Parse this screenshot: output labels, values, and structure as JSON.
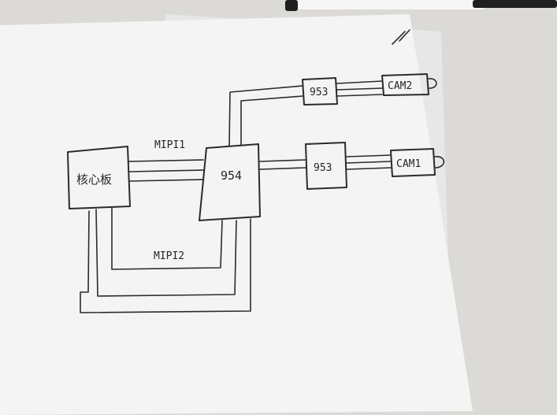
{
  "diagram": {
    "blocks": {
      "core_board": "核心板",
      "deserializer": "954",
      "serializer_top": "953",
      "serializer_bottom": "953",
      "camera_top": "CAM2",
      "camera_bottom": "CAM1"
    },
    "links": {
      "mipi1": "MIPI1",
      "mipi2": "MIPI2"
    }
  }
}
